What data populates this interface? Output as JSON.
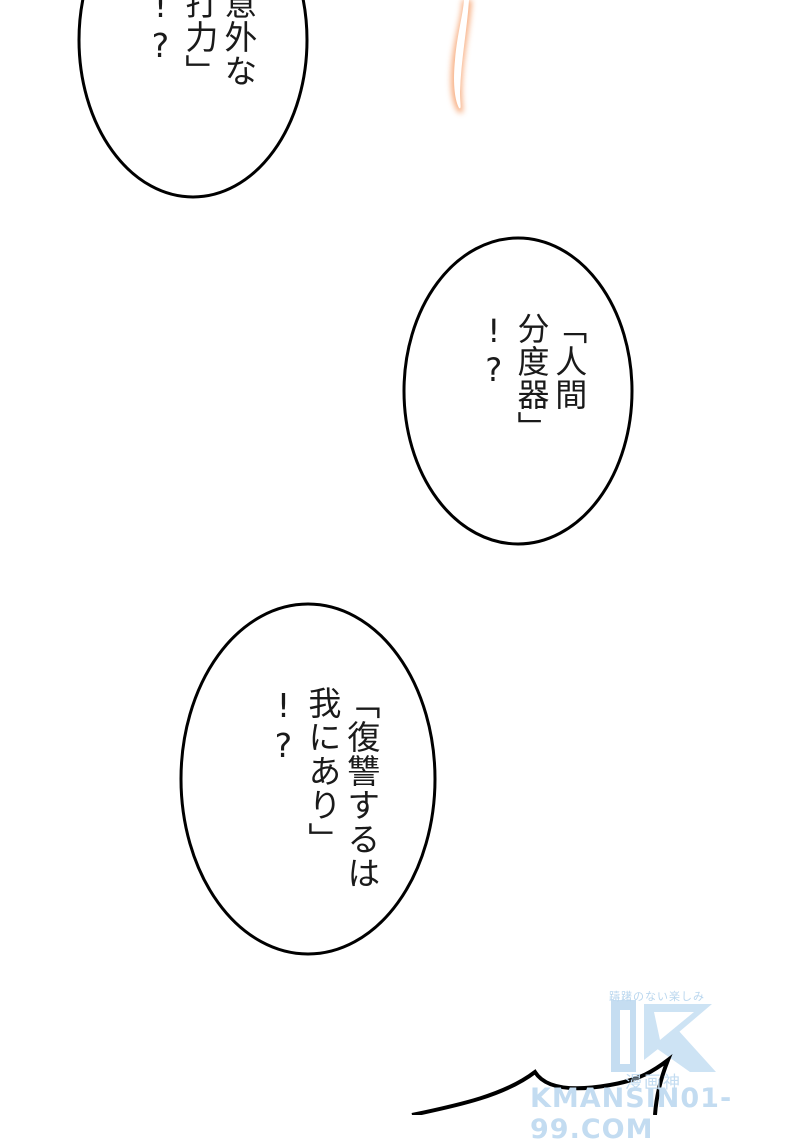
{
  "page": {
    "type": "manga-panel",
    "background": "#ffffff"
  },
  "bubbles": [
    {
      "id": "bubble-1",
      "columns": [
        "意外な",
        "打力」",
        "!?"
      ],
      "text": "意外な打力」!?"
    },
    {
      "id": "bubble-2",
      "columns": [
        "「人間",
        "分度器」",
        "!?"
      ],
      "text": "「人間分度器」!?"
    },
    {
      "id": "bubble-3",
      "columns": [
        "「復讐するは",
        "我にあり」",
        "!?"
      ],
      "text": "「復讐するは我にあり」!?"
    }
  ],
  "watermark": {
    "tagline": "躊躇のない楽しみ",
    "logo_letter": "K",
    "name_jp": "漫画神",
    "site": "KMANSIN01-99.COM",
    "color": "#b8d5ee"
  },
  "colors": {
    "outline": "#000000",
    "glow": "#f6a36f"
  }
}
